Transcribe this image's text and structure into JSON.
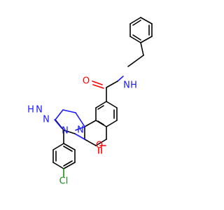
{
  "structure": {
    "atoms": {
      "amide_nh": "N",
      "amide_h": "H",
      "amide_o": "O",
      "triazole_nh": "N",
      "triazole_h": "H",
      "triazole_n2": "N",
      "triazole_n3": "N",
      "pyrimidine_n": "N",
      "keto_o": "O",
      "chlorine": "Cl"
    }
  }
}
